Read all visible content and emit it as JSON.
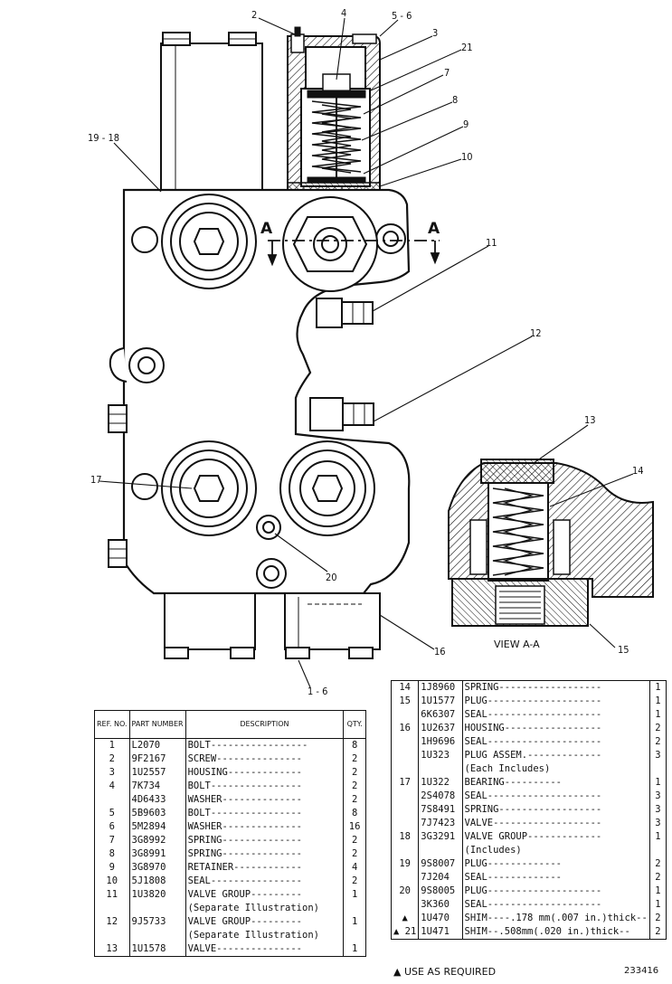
{
  "callouts": {
    "c1_6_bottom": "1 - 6",
    "c2": "2",
    "c4": "4",
    "c5_6": "5 - 6",
    "c3": "3",
    "c21": "21",
    "c7": "7",
    "c8": "8",
    "c9": "9",
    "c10": "10",
    "c19_18": "19 - 18",
    "c11": "11",
    "c12": "12",
    "c13": "13",
    "c14": "14",
    "c15": "15",
    "c16": "16",
    "c17": "17",
    "c20": "20",
    "sectionA": "A"
  },
  "view_label": "VIEW A-A",
  "table_headers": {
    "ref": "REF. NO.",
    "part": "PART NUMBER",
    "desc": "DESCRIPTION",
    "qty": "QTY."
  },
  "parts_left": [
    {
      "ref": "1",
      "part": "L2070",
      "desc": "BOLT-----------------",
      "qty": "8"
    },
    {
      "ref": "2",
      "part": "9F2167",
      "desc": "SCREW---------------",
      "qty": "2"
    },
    {
      "ref": "3",
      "part": "1U2557",
      "desc": "HOUSING-------------",
      "qty": "2"
    },
    {
      "ref": "4",
      "part": "7K734",
      "desc": "BOLT----------------",
      "qty": "2"
    },
    {
      "ref": "",
      "part": "4D6433",
      "desc": "WASHER--------------",
      "qty": "2"
    },
    {
      "ref": "5",
      "part": "5B9603",
      "desc": "BOLT----------------",
      "qty": "8"
    },
    {
      "ref": "6",
      "part": "5M2894",
      "desc": "WASHER--------------",
      "qty": "16"
    },
    {
      "ref": "7",
      "part": "3G8992",
      "desc": "SPRING--------------",
      "qty": "2"
    },
    {
      "ref": "8",
      "part": "3G8991",
      "desc": "SPRING--------------",
      "qty": "2"
    },
    {
      "ref": "9",
      "part": "3G8970",
      "desc": "RETAINER------------",
      "qty": "4"
    },
    {
      "ref": "10",
      "part": "5J1808",
      "desc": "SEAL----------------",
      "qty": "2"
    },
    {
      "ref": "11",
      "part": "1U3820",
      "desc": "VALVE GROUP---------",
      "qty": "1"
    },
    {
      "ref": "",
      "part": "",
      "desc": "(Separate Illustration)",
      "qty": ""
    },
    {
      "ref": "12",
      "part": "9J5733",
      "desc": "VALVE GROUP---------",
      "qty": "1"
    },
    {
      "ref": "",
      "part": "",
      "desc": "(Separate Illustration)",
      "qty": ""
    },
    {
      "ref": "13",
      "part": "1U1578",
      "desc": "VALVE---------------",
      "qty": "1"
    }
  ],
  "parts_right": [
    {
      "ref": "14",
      "part": "1J8960",
      "desc": "SPRING------------------",
      "qty": "1"
    },
    {
      "ref": "15",
      "part": "1U1577",
      "desc": "PLUG--------------------",
      "qty": "1"
    },
    {
      "ref": "",
      "part": "6K6307",
      "desc": "SEAL--------------------",
      "qty": "1"
    },
    {
      "ref": "16",
      "part": "1U2637",
      "desc": "HOUSING-----------------",
      "qty": "2"
    },
    {
      "ref": "",
      "part": "1H9696",
      "desc": "SEAL--------------------",
      "qty": "2"
    },
    {
      "ref": "",
      "part": "1U323",
      "desc": "PLUG ASSEM.-------------",
      "qty": "3"
    },
    {
      "ref": "",
      "part": "",
      "desc": "(Each Includes)",
      "qty": ""
    },
    {
      "ref": "17",
      "part": "1U322",
      "desc": "BEARING----------",
      "qty": "1"
    },
    {
      "ref": "",
      "part": "2S4078",
      "desc": "SEAL--------------------",
      "qty": "3"
    },
    {
      "ref": "",
      "part": "7S8491",
      "desc": "SPRING------------------",
      "qty": "3"
    },
    {
      "ref": "",
      "part": "7J7423",
      "desc": "VALVE-------------------",
      "qty": "3"
    },
    {
      "ref": "18",
      "part": "3G3291",
      "desc": "VALVE GROUP-------------",
      "qty": "1"
    },
    {
      "ref": "",
      "part": "",
      "desc": "(Includes)",
      "qty": ""
    },
    {
      "ref": "19",
      "part": "9S8007",
      "desc": "PLUG-------------",
      "qty": "2"
    },
    {
      "ref": "",
      "part": "7J204",
      "desc": "SEAL-------------",
      "qty": "2"
    },
    {
      "ref": "20",
      "part": "9S8005",
      "desc": "PLUG--------------------",
      "qty": "1"
    },
    {
      "ref": "",
      "part": "3K360",
      "desc": "SEAL--------------------",
      "qty": "1"
    },
    {
      "ref": "▲",
      "part": "1U470",
      "desc": "SHIM----.178 mm(.007 in.)thick--",
      "qty": "2"
    },
    {
      "ref": "▲ 21",
      "part": "1U471",
      "desc": "SHIM--.508mm(.020 in.)thick--",
      "qty": "2"
    }
  ],
  "footnote": "▲ USE AS REQUIRED",
  "drawing_number": "233416"
}
